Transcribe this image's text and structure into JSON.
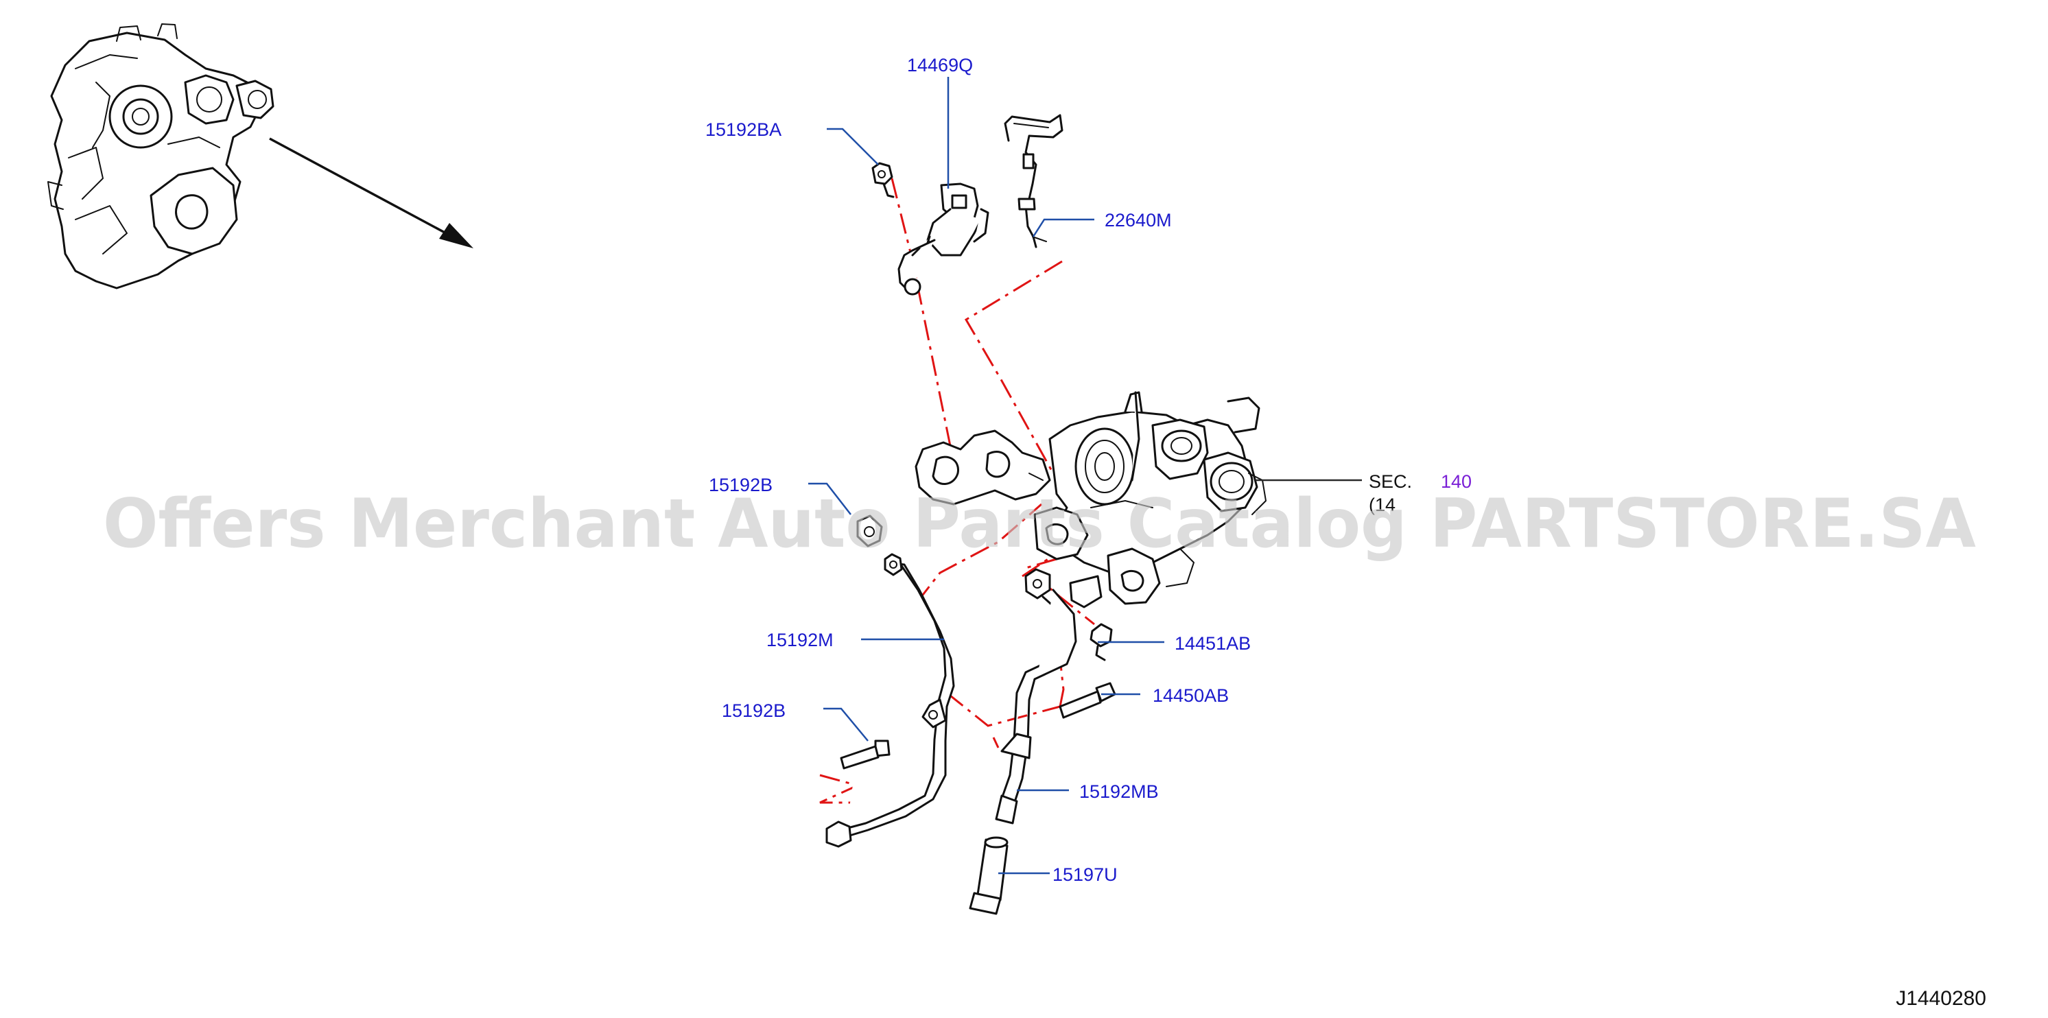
{
  "diagram_code": "J1440280",
  "watermark": "Offers Merchant Auto Parts Catalog PARTSTORE.SA",
  "section_ref": {
    "prefix": "SEC.",
    "number": "140",
    "sub": "(14"
  },
  "callouts": [
    {
      "id": "14469Q",
      "text": "14469Q"
    },
    {
      "id": "15192BA",
      "text": "15192BA"
    },
    {
      "id": "22640M",
      "text": "22640M"
    },
    {
      "id": "15192B-upper",
      "text": "15192B"
    },
    {
      "id": "15192M",
      "text": "15192M"
    },
    {
      "id": "14451AB",
      "text": "14451AB"
    },
    {
      "id": "14450AB",
      "text": "14450AB"
    },
    {
      "id": "15192B-lower",
      "text": "15192B"
    },
    {
      "id": "15192MB",
      "text": "15192MB"
    },
    {
      "id": "15197U",
      "text": "15197U"
    }
  ],
  "colors": {
    "callout_text": "#1a1acc",
    "leader_line": "#1f4fa8",
    "assembly_path": "#e01414",
    "section_number": "#7a1fd6"
  }
}
